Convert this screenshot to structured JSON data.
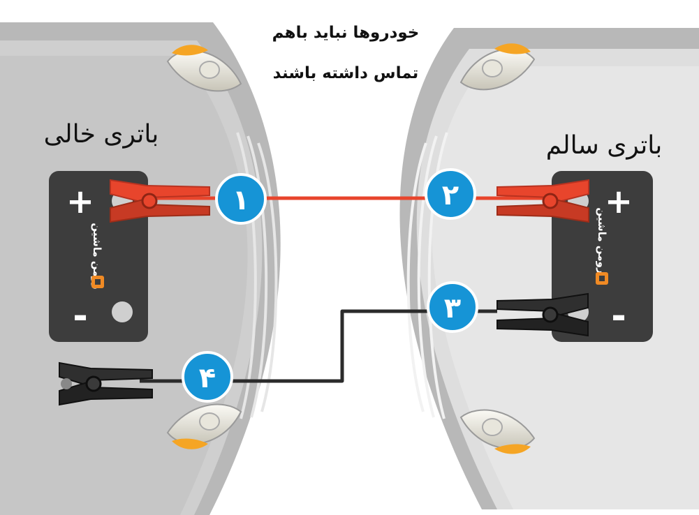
{
  "warning": {
    "line1": "خودروها نباید باهم",
    "line2": "تماس داشته باشند"
  },
  "dead_battery": {
    "label": "باتری خالی",
    "plus": "+",
    "minus": "-",
    "brand": "رومن ماشین"
  },
  "good_battery": {
    "label": "باتری سالم",
    "plus": "+",
    "minus": "-",
    "brand": "رومن ماشین"
  },
  "steps": [
    "۱",
    "۲",
    "۳",
    "۴"
  ],
  "colors": {
    "red_cable": "#e8452c",
    "black_cable": "#2b2b2b",
    "step_badge": "#1694d6",
    "battery": "#3d3d3d",
    "car_body": "#b8b8b8",
    "hood": "#cfcfcf",
    "headlight_amber": "#f5a524"
  }
}
